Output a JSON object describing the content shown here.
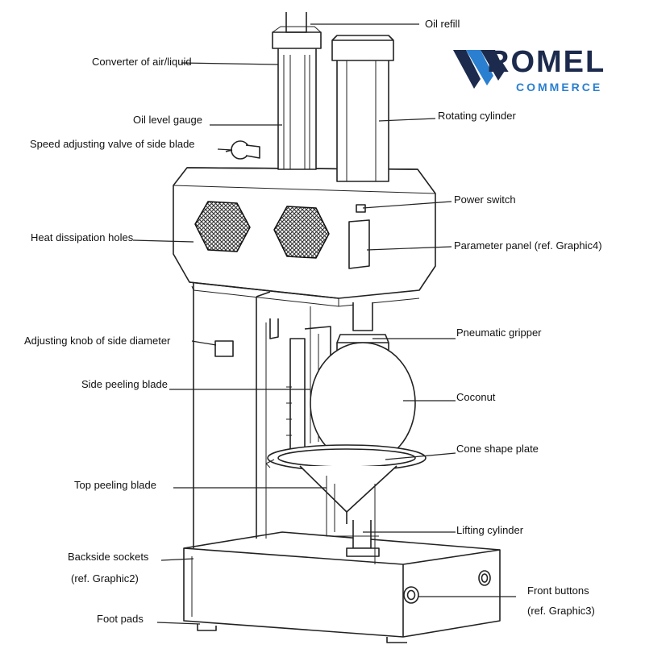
{
  "logo": {
    "brand": "ROMEL",
    "sub": "COMMERCE",
    "colors": {
      "navy": "#1c2a4d",
      "blue": "#2a7fd0"
    }
  },
  "labels": {
    "oil_refill": "Oil refill",
    "converter": "Converter of air/liquid",
    "oil_level": "Oil level gauge",
    "speed_valve": "Speed adjusting valve of side blade",
    "rotating_cylinder": "Rotating cylinder",
    "power_switch": "Power switch",
    "heat_holes": "Heat dissipation holes",
    "parameter_panel": "Parameter panel (ref. Graphic4)",
    "adjusting_knob": "Adjusting knob of side diameter",
    "pneumatic_gripper": "Pneumatic gripper",
    "side_blade": "Side peeling blade",
    "coconut": "Coconut",
    "cone_plate": "Cone shape plate",
    "top_blade": "Top peeling blade",
    "lifting_cylinder": "Lifting cylinder",
    "backside_sockets": "Backside sockets",
    "backside_ref": "(ref. Graphic2)",
    "front_buttons": "Front buttons",
    "front_ref": "(ref. Graphic3)",
    "foot_pads": "Foot pads"
  }
}
